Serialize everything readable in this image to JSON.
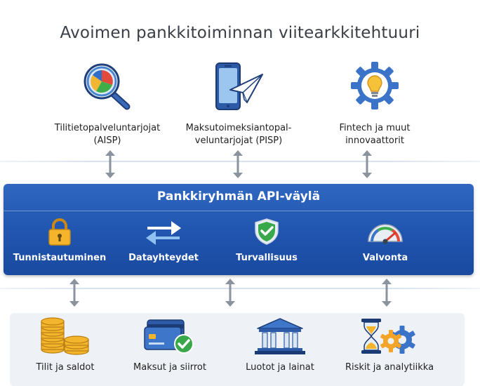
{
  "title": "Avoimen pankkitoiminnan viitearkkitehtuuri",
  "actors": [
    {
      "label": "Tilitietopalveluntarjojat\n(AISP)",
      "icon": "magnifier-pie-chart-icon"
    },
    {
      "label": "Maksutoimeksiantopal-\nveluntarjojat (PISP)",
      "icon": "phone-paper-plane-icon"
    },
    {
      "label": "Fintech ja muut\ninnovaattorit",
      "icon": "lightbulb-gear-icon"
    }
  ],
  "api_gateway": {
    "title": "Pankkiryhmän API-väylä",
    "components": [
      {
        "label": "Tunnistautuminen",
        "icon": "padlock-icon"
      },
      {
        "label": "Datayhteydet",
        "icon": "exchange-arrows-icon"
      },
      {
        "label": "Turvallisuus",
        "icon": "shield-check-icon"
      },
      {
        "label": "Valvonta",
        "icon": "gauge-icon"
      }
    ]
  },
  "core_services": [
    {
      "label": "Tilit ja saldot",
      "icon": "coin-stacks-icon"
    },
    {
      "label": "Maksut ja siirrot",
      "icon": "credit-card-check-icon"
    },
    {
      "label": "Luotot ja lainat",
      "icon": "bank-building-icon"
    },
    {
      "label": "Riskit ja analytiikka",
      "icon": "hourglass-gears-icon"
    }
  ],
  "colors": {
    "api_blue": "#2358b4",
    "arrow_gray": "#8a939e",
    "panel_gray": "#eef1f5"
  }
}
